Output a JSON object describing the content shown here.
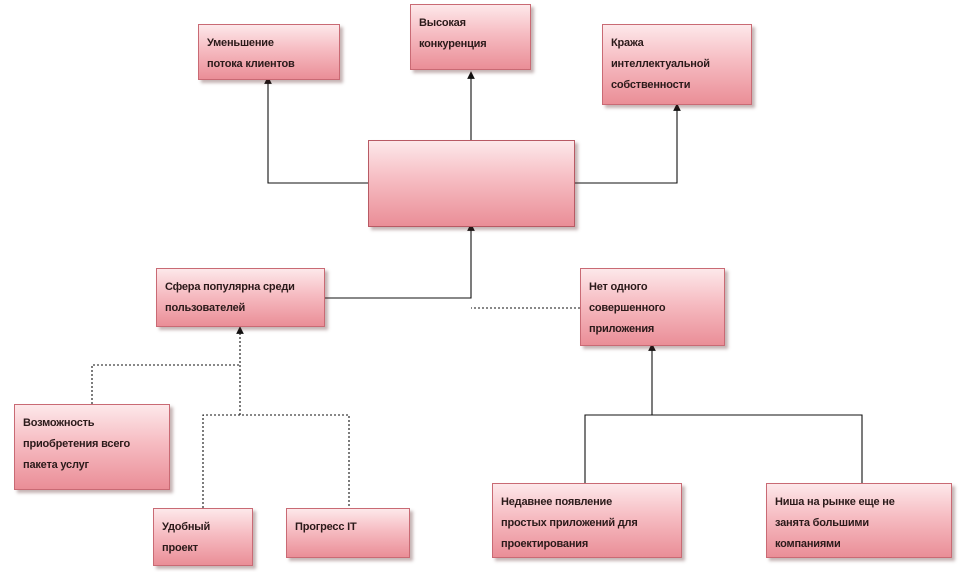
{
  "diagram": {
    "nodes": {
      "center": "",
      "customer_flow": "Уменьшение\nпотока клиентов",
      "competition": "Высокая\nконкуренция",
      "ip_theft": "Кража\nинтеллектуальной\nсобственности",
      "popular": "Сфера популярна среди\nпользователей",
      "no_perfect_app": "Нет одного\nсовершенного\nприложения",
      "package": "Возможность\nприобретения всего\nпакета услуг",
      "convenient": "Удобный\nпроект",
      "it_progress": "Прогресс IT",
      "recent_apps": "Недавнее появление\nпростых приложений для\nпроектирования",
      "niche": "Ниша на рынке еще не\nзанята большими\nкомпаниями"
    },
    "edges": [
      {
        "from": "center",
        "to": "customer_flow",
        "style": "solid"
      },
      {
        "from": "center",
        "to": "competition",
        "style": "solid"
      },
      {
        "from": "center",
        "to": "ip_theft",
        "style": "solid"
      },
      {
        "from": "popular",
        "to": "center",
        "style": "solid"
      },
      {
        "from": "no_perfect_app",
        "to": "center",
        "style": "dotted"
      },
      {
        "from": "package",
        "to": "popular",
        "style": "dotted"
      },
      {
        "from": "convenient",
        "to": "popular",
        "style": "dotted"
      },
      {
        "from": "it_progress",
        "to": "popular",
        "style": "dotted"
      },
      {
        "from": "recent_apps",
        "to": "no_perfect_app",
        "style": "solid"
      },
      {
        "from": "niche",
        "to": "no_perfect_app",
        "style": "solid"
      }
    ]
  }
}
